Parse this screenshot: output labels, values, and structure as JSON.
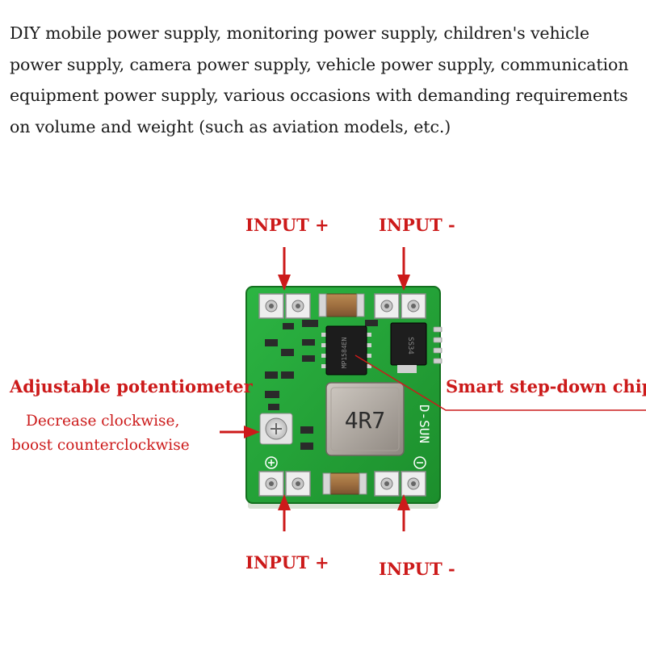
{
  "description": "DIY mobile power supply, monitoring power supply, children's vehicle power supply, camera power supply, vehicle power supply, communication equipment power supply, various occasions with demanding requirements on volume and weight (such as aviation models, etc.)",
  "labels": {
    "input_plus_top": "INPUT +",
    "input_minus_top": "INPUT -",
    "input_plus_bottom": "INPUT +",
    "input_minus_bottom": "INPUT -",
    "potentiometer": "Adjustable potentiometer",
    "potentiometer_note_1": "Decrease clockwise,",
    "potentiometer_note_2": "boost counterclockwise",
    "chip": "Smart step-down chip"
  },
  "board": {
    "inductor_marking": "4R7",
    "silkscreen": "D-SUN",
    "chip_marking": "MP1584EN",
    "diode_marking": "SS34"
  },
  "colors": {
    "annotation": "#cc1a1a",
    "pcb": "#23a035",
    "text": "#1a1a1a"
  }
}
